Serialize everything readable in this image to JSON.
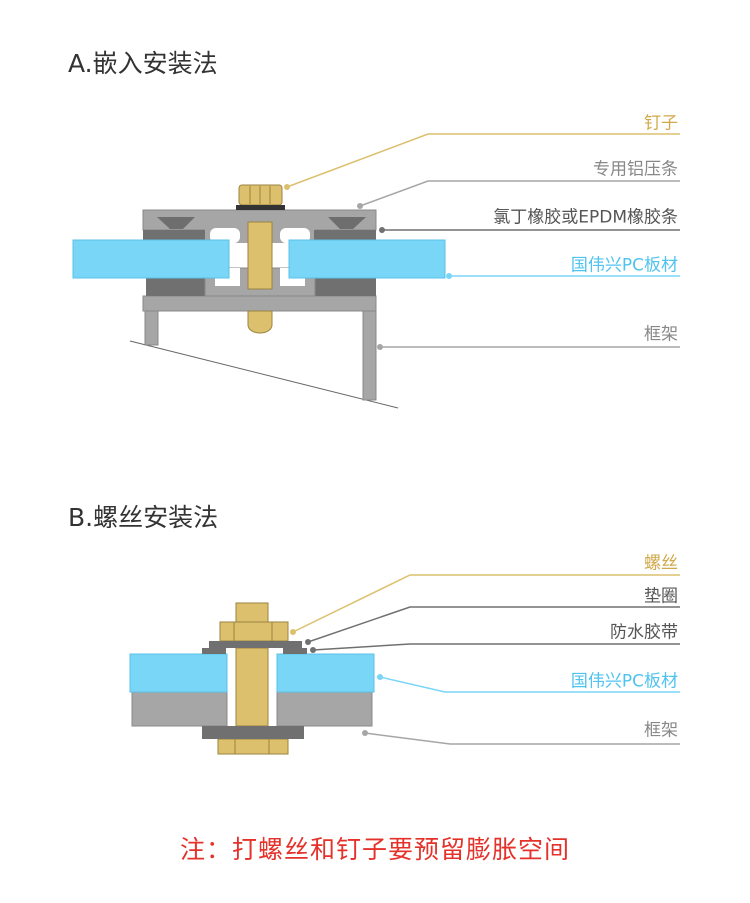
{
  "section_a": {
    "title": "A.嵌入安装法",
    "labels": {
      "nail": "钉子",
      "aluminum_strip": "专用铝压条",
      "rubber": "氯丁橡胶或EPDM橡胶条",
      "panel": "国伟兴PC板材",
      "frame": "框架"
    }
  },
  "section_b": {
    "title": "B.螺丝安装法",
    "labels": {
      "screw": "螺丝",
      "washer": "垫圈",
      "tape": "防水胶带",
      "panel": "国伟兴PC板材",
      "frame": "框架"
    }
  },
  "note": "注：打螺丝和钉子要预留膨胀空间",
  "colors": {
    "gold": "#dcc06e",
    "blue": "#79d6f7",
    "gray": "#a6a6a6",
    "dark": "#707070",
    "note": "#e4322b"
  }
}
